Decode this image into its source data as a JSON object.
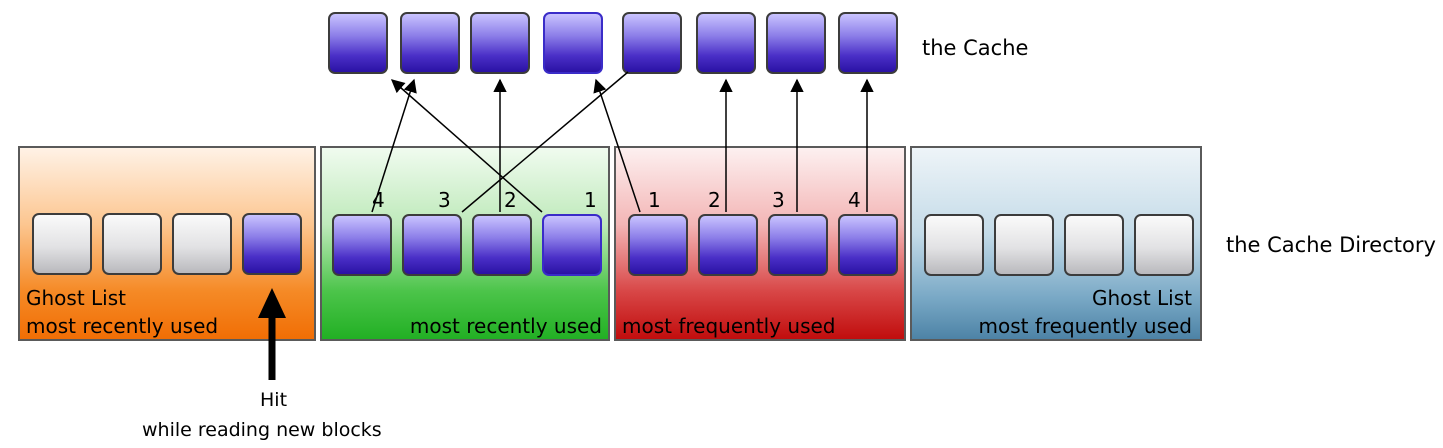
{
  "cache_label": "the Cache",
  "directory_label": "the Cache Directory",
  "ghost_mru": {
    "title": "Ghost List",
    "subtitle": "most recently used"
  },
  "mru": {
    "label": "most recently used",
    "numbers": [
      "4",
      "3",
      "2",
      "1"
    ]
  },
  "mfu": {
    "label": "most frequently used",
    "numbers": [
      "1",
      "2",
      "3",
      "4"
    ]
  },
  "ghost_mfu": {
    "title": "Ghost List",
    "subtitle": "most frequently used"
  },
  "hit": {
    "title": "Hit",
    "subtitle": "while reading new blocks"
  },
  "colors": {
    "ghost_mru_panel": "#f47b12",
    "mru_panel": "#29b22b",
    "mfu_panel": "#c51010",
    "ghost_mfu_panel": "#4f86a8",
    "block_blue": "#3a1fb8",
    "block_gray": "#d9d9dc"
  }
}
